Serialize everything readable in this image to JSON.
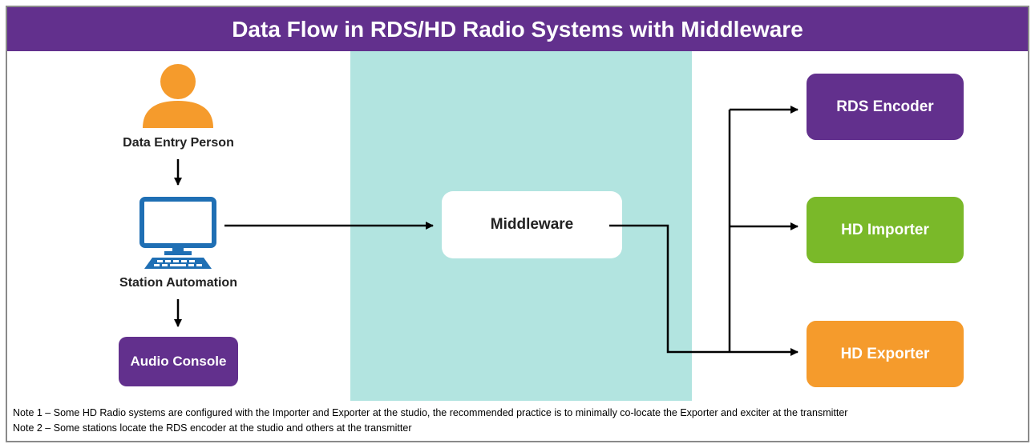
{
  "title": "Data Flow in RDS/HD Radio Systems with Middleware",
  "nodes": {
    "data_entry_person": "Data Entry Person",
    "station_automation": "Station Automation",
    "audio_console": "Audio Console",
    "middleware": "Middleware",
    "rds_encoder": "RDS Encoder",
    "hd_importer": "HD Importer",
    "hd_exporter": "HD Exporter"
  },
  "icons": {
    "person": "person-icon",
    "computer": "computer-icon"
  },
  "colors": {
    "title_bar": "#62308d",
    "audio_console": "#62308d",
    "rds_encoder": "#62308d",
    "hd_importer": "#7ab929",
    "hd_exporter": "#f59b2c",
    "person_icon": "#f59b2c",
    "computer_icon": "#1f6fb4",
    "middleware_zone": "#b2e4e0"
  },
  "notes": [
    "Note 1 – Some HD Radio systems are configured with the Importer and Exporter at the studio, the recommended practice is to minimally co-locate the Exporter and exciter at the transmitter",
    "Note 2 – Some stations locate the RDS encoder at the studio and others at the transmitter"
  ]
}
